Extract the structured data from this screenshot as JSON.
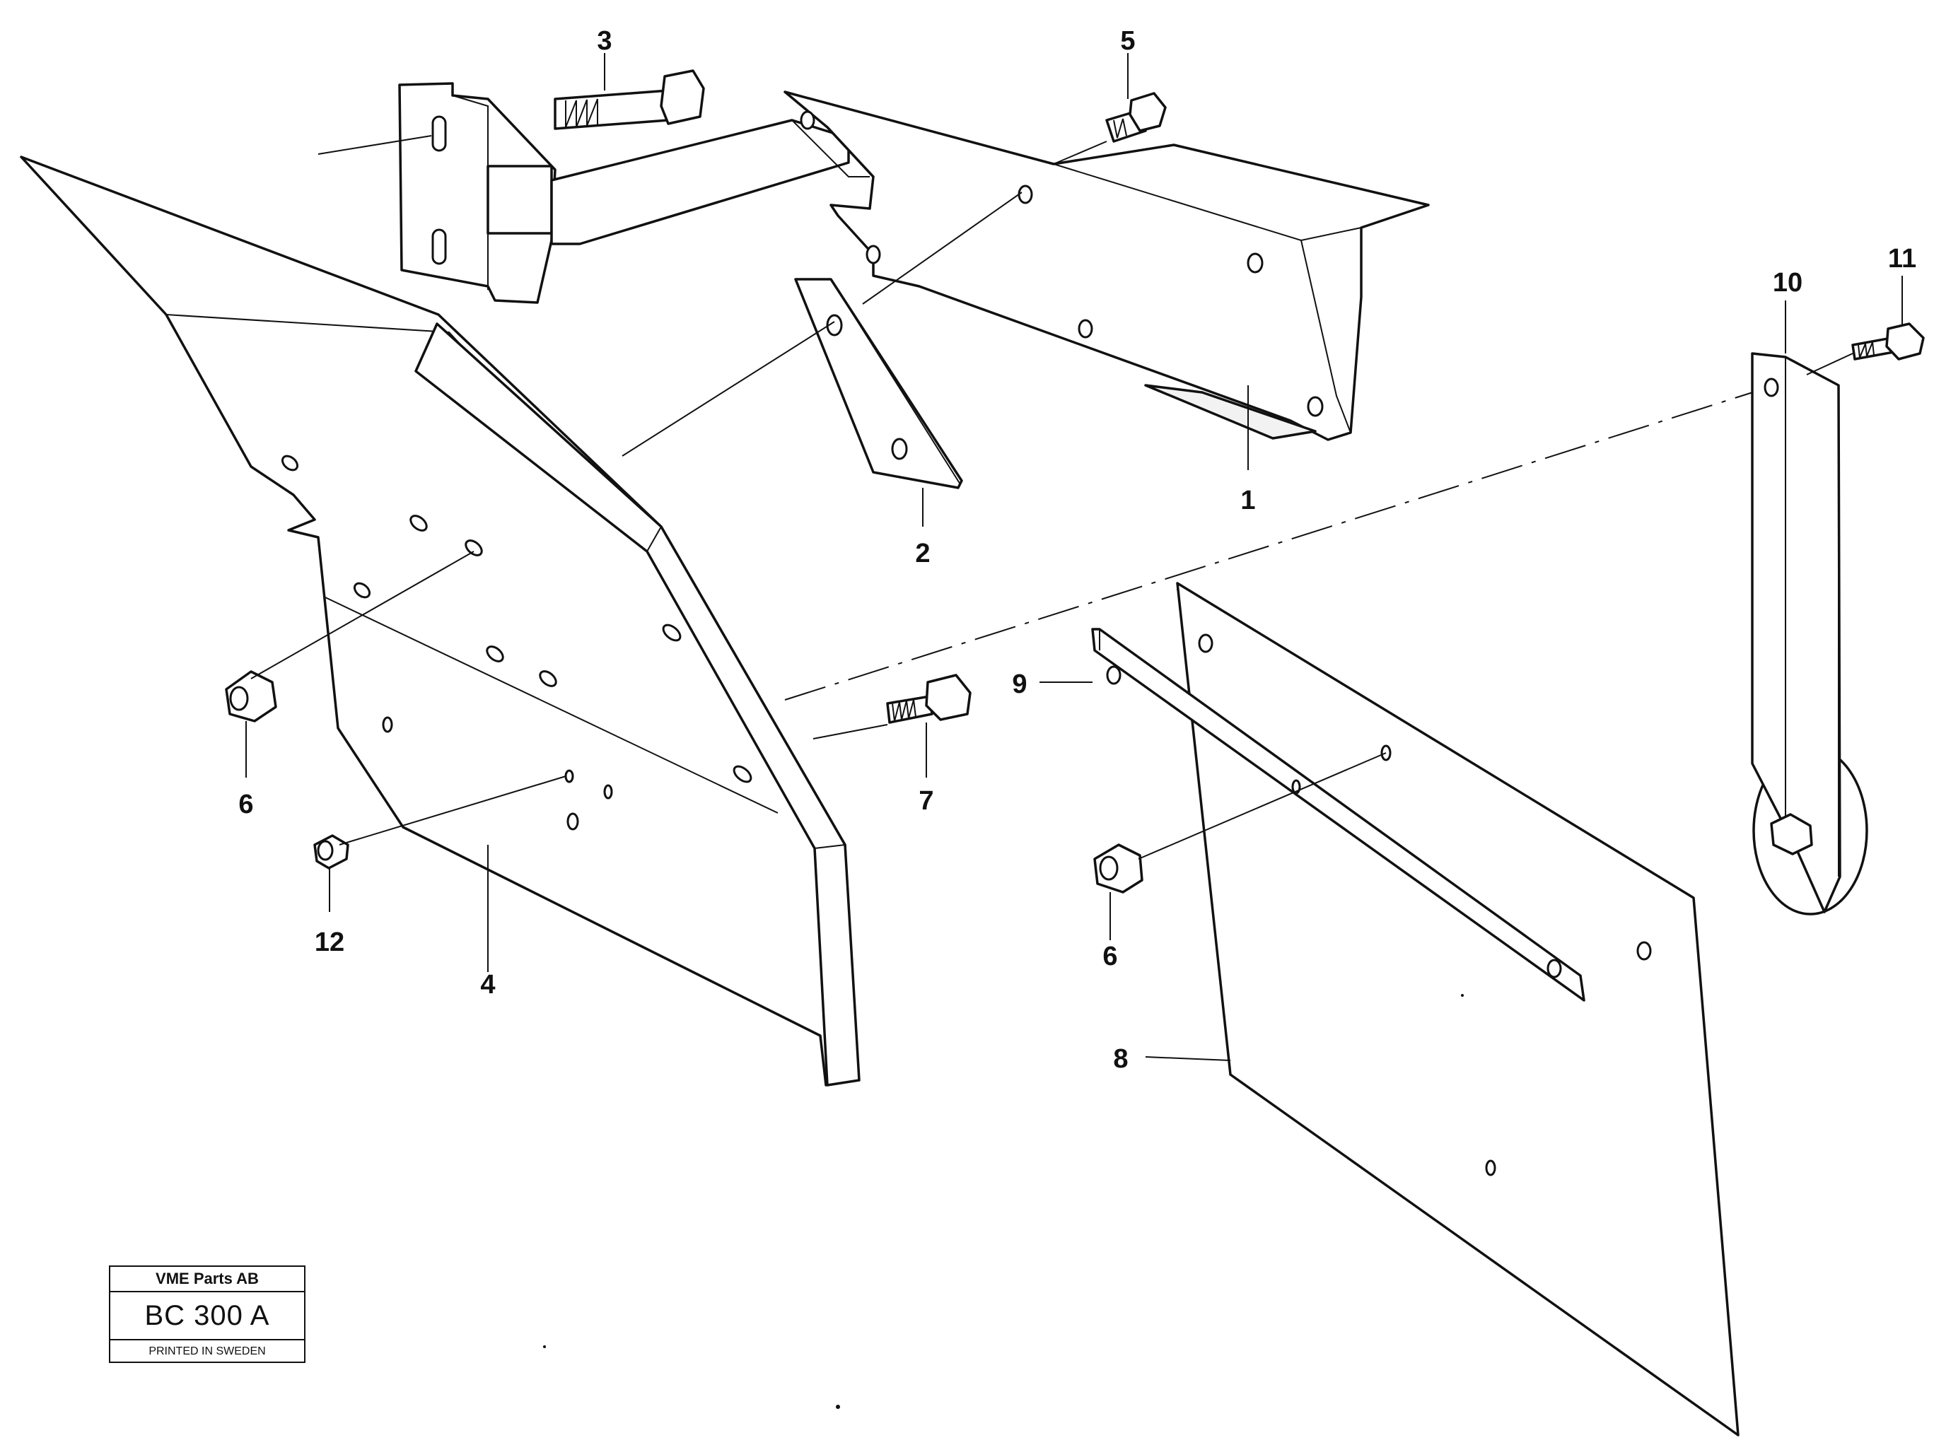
{
  "callouts": {
    "c1": "1",
    "c2": "2",
    "c3": "3",
    "c4": "4",
    "c5": "5",
    "c6a": "6",
    "c6b": "6",
    "c7": "7",
    "c8": "8",
    "c9": "9",
    "c10": "10",
    "c11": "11",
    "c12": "12"
  },
  "stamp": {
    "company": "VME Parts AB",
    "code": "BC 300 A",
    "printed": "PRINTED IN SWEDEN"
  }
}
